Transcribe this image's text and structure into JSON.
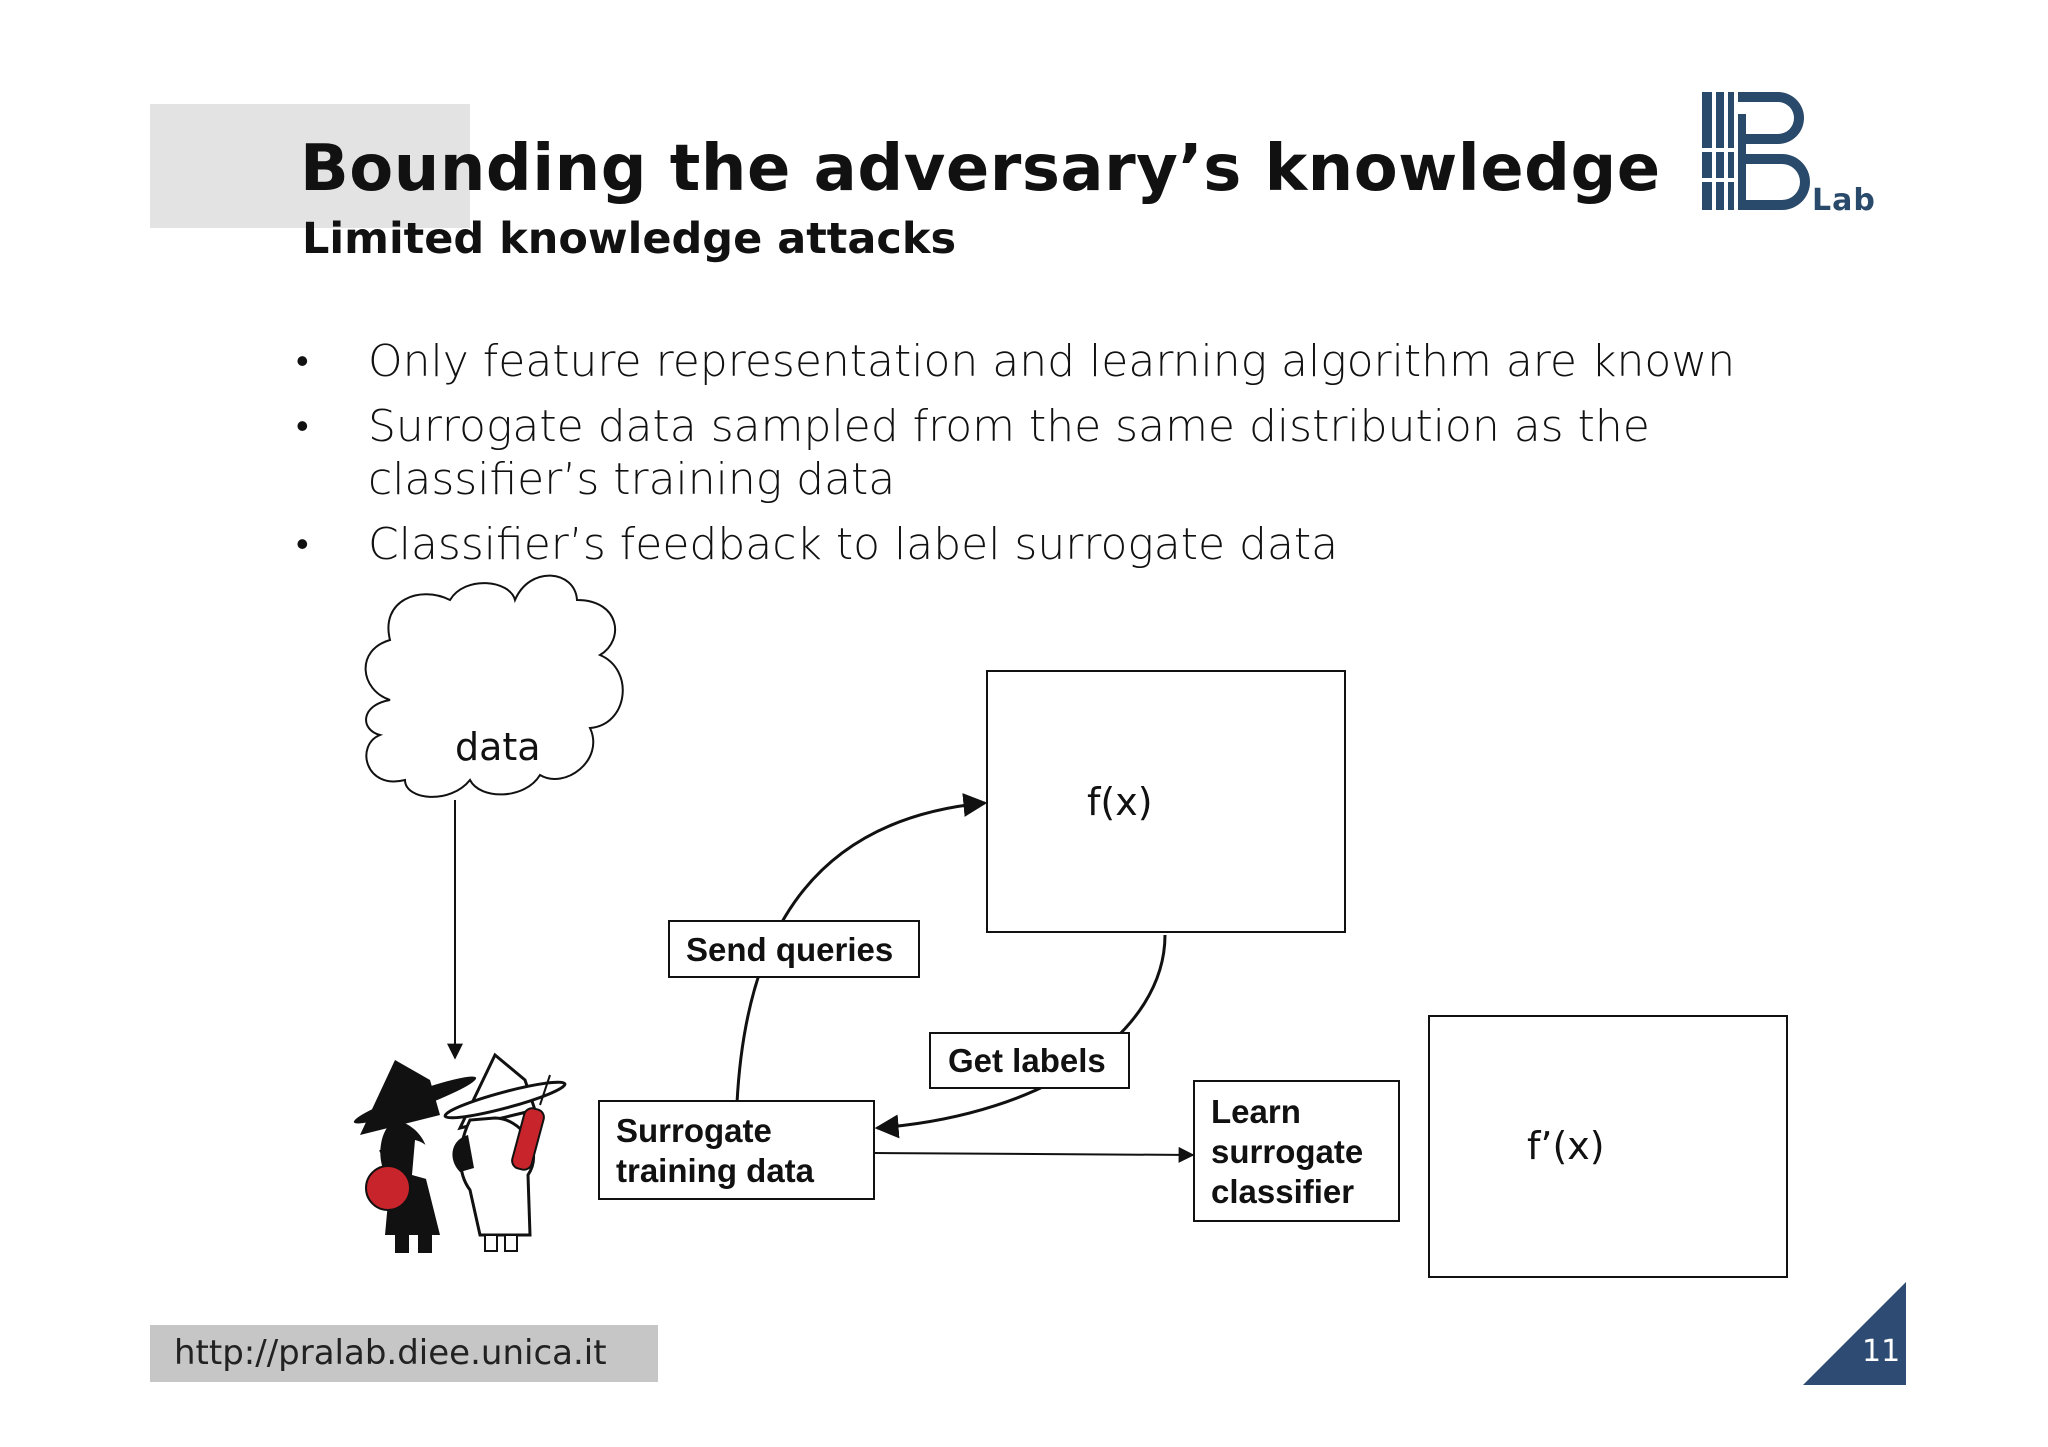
{
  "header": {
    "title": "Bounding the adversary’s knowledge",
    "subtitle": "Limited knowledge attacks",
    "logo_text": "Lab"
  },
  "bullets": [
    {
      "marker": "•",
      "text": "Only feature representation and learning algorithm are known"
    },
    {
      "marker": "•",
      "text": "Surrogate data sampled from the same distribution as the classifier’s training data"
    },
    {
      "marker": "•",
      "text": "Classifier’s feedback to label surrogate data"
    }
  ],
  "diagram": {
    "cloud_label": "data",
    "target_plot_label": "f(x)",
    "surrogate_plot_label": "f’(x)",
    "send_queries": "Send queries",
    "get_labels": "Get labels",
    "surrogate_data_line1": "Surrogate",
    "surrogate_data_line2": "training data",
    "learn_line1": "Learn",
    "learn_line2": "surrogate",
    "learn_line3": "classifier"
  },
  "footer": {
    "url": "http://pralab.diee.unica.it",
    "page_number": "11"
  },
  "colors": {
    "logo_blue": "#2a4a6b",
    "page_triangle": "#2d4b73",
    "title_bg": "#e3e3e3",
    "footer_bg": "#c6c6c6"
  }
}
